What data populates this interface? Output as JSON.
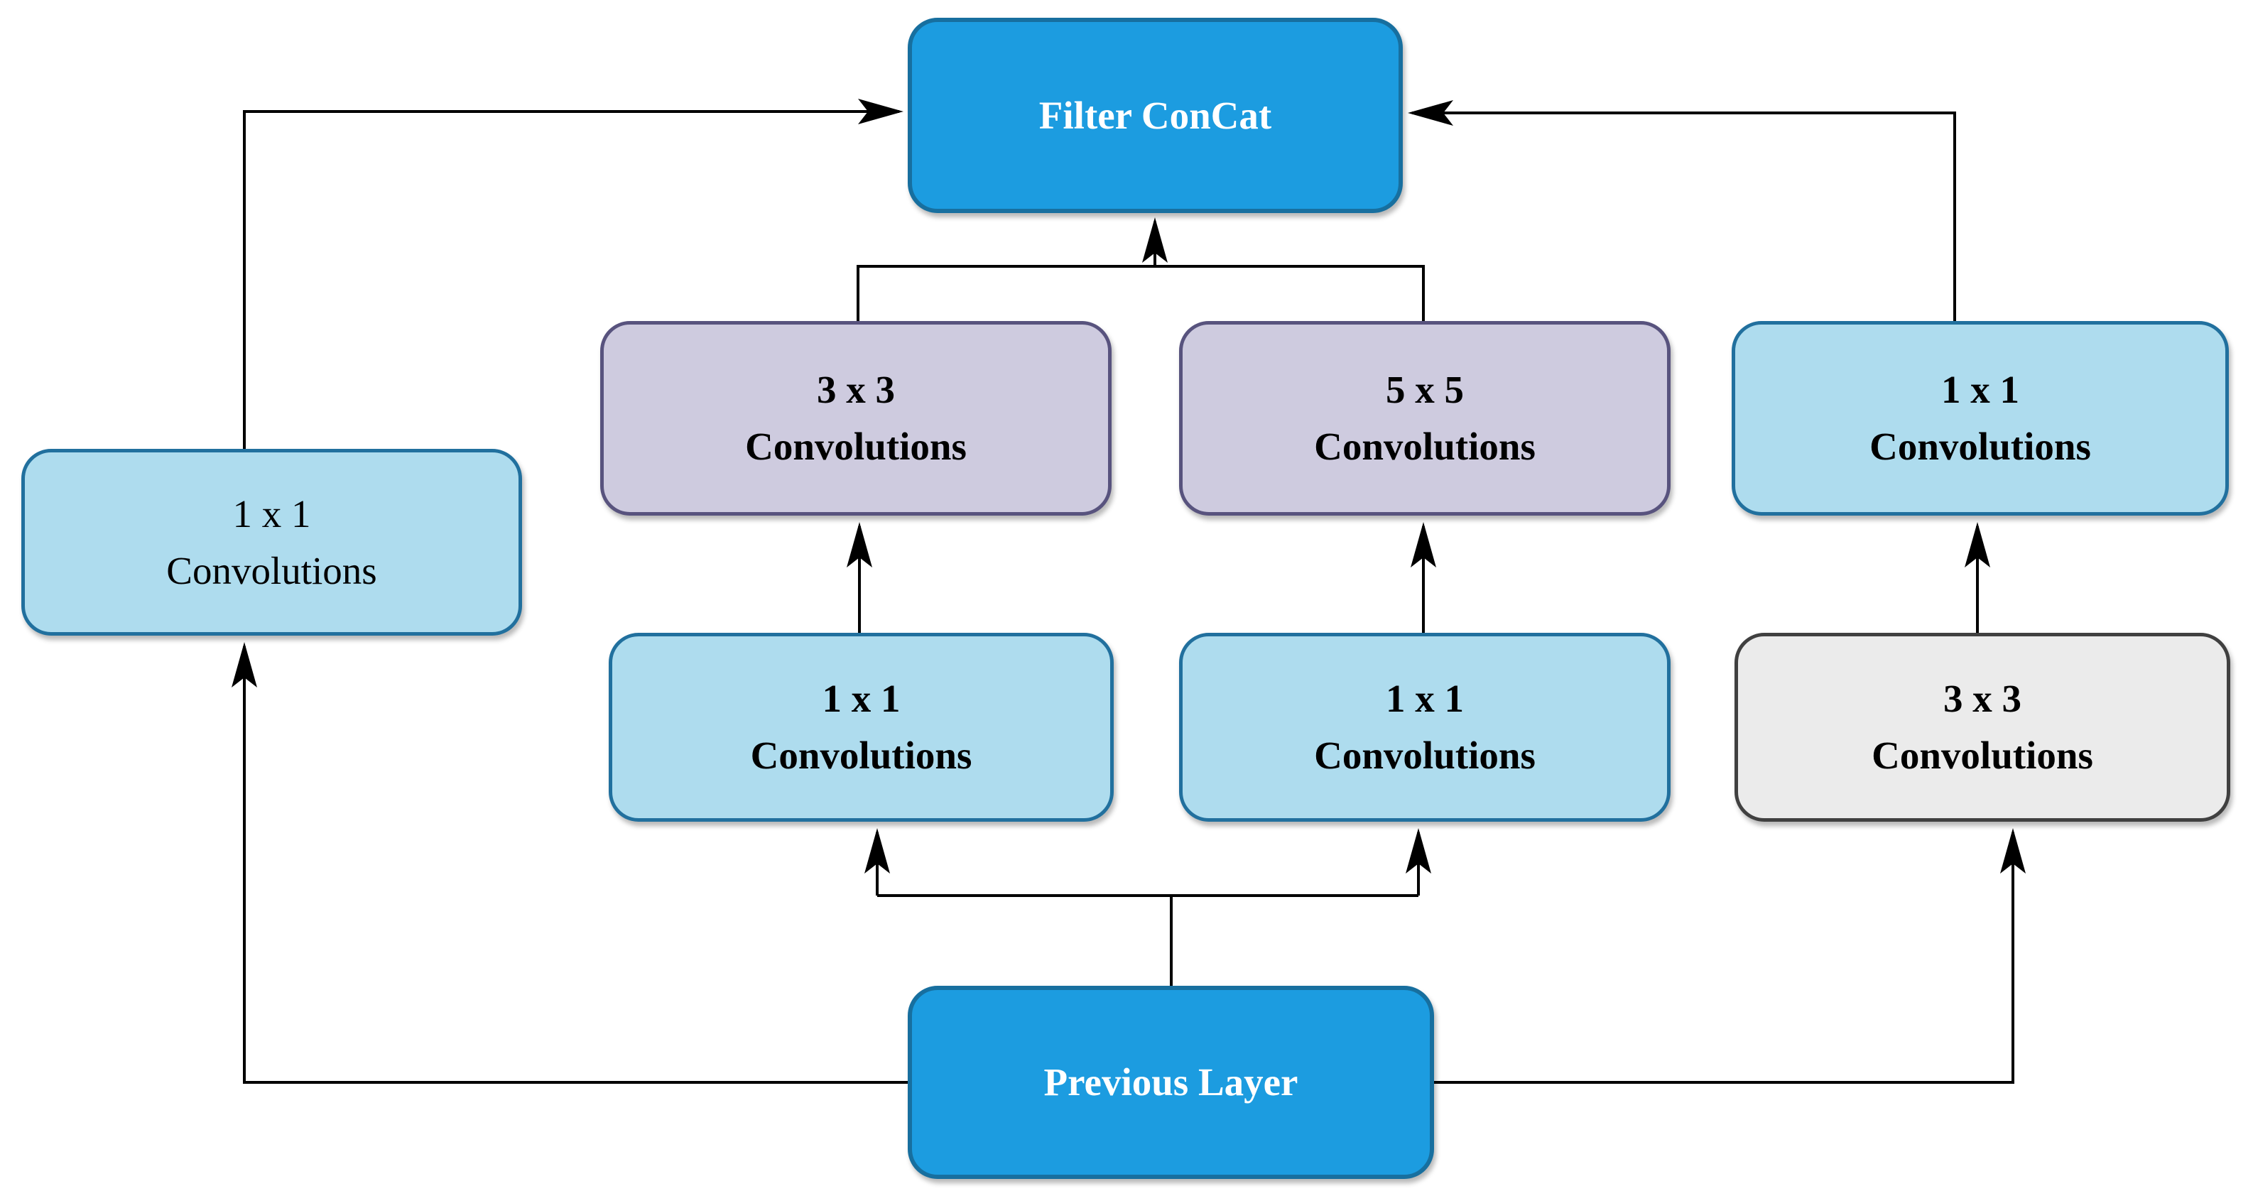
{
  "diagram": {
    "description": "Inception-style block diagram",
    "nodes": {
      "filter_concat": {
        "label": "Filter ConCat"
      },
      "conv3x3_mid": {
        "line1": "3 x 3",
        "line2": "Convolutions"
      },
      "conv5x5_mid": {
        "line1": "5 x 5",
        "line2": "Convolutions"
      },
      "conv1x1_right_top": {
        "line1": "1 x 1",
        "line2": "Convolutions"
      },
      "conv1x1_left": {
        "line1": "1 x 1",
        "line2": "Convolutions"
      },
      "conv1x1_mid_left": {
        "line1": "1 x 1",
        "line2": "Convolutions"
      },
      "conv1x1_mid_right": {
        "line1": "1 x 1",
        "line2": "Convolutions"
      },
      "conv3x3_right_bottom": {
        "line1": "3 x 3",
        "line2": "Convolutions"
      },
      "previous_layer": {
        "label": "Previous Layer"
      }
    },
    "colors": {
      "primary_blue_fill": "#1c9ce0",
      "primary_blue_border": "#176f9f",
      "light_blue_fill": "#aedcee",
      "light_blue_border": "#21709e",
      "purple_fill": "#cecbdf",
      "purple_border": "#58537e",
      "gray_fill": "#ebebeb",
      "gray_border": "#404040",
      "connector_color": "#000000",
      "label_dark": "#000000",
      "label_light": "#ffffff",
      "background": "#ffffff"
    }
  }
}
